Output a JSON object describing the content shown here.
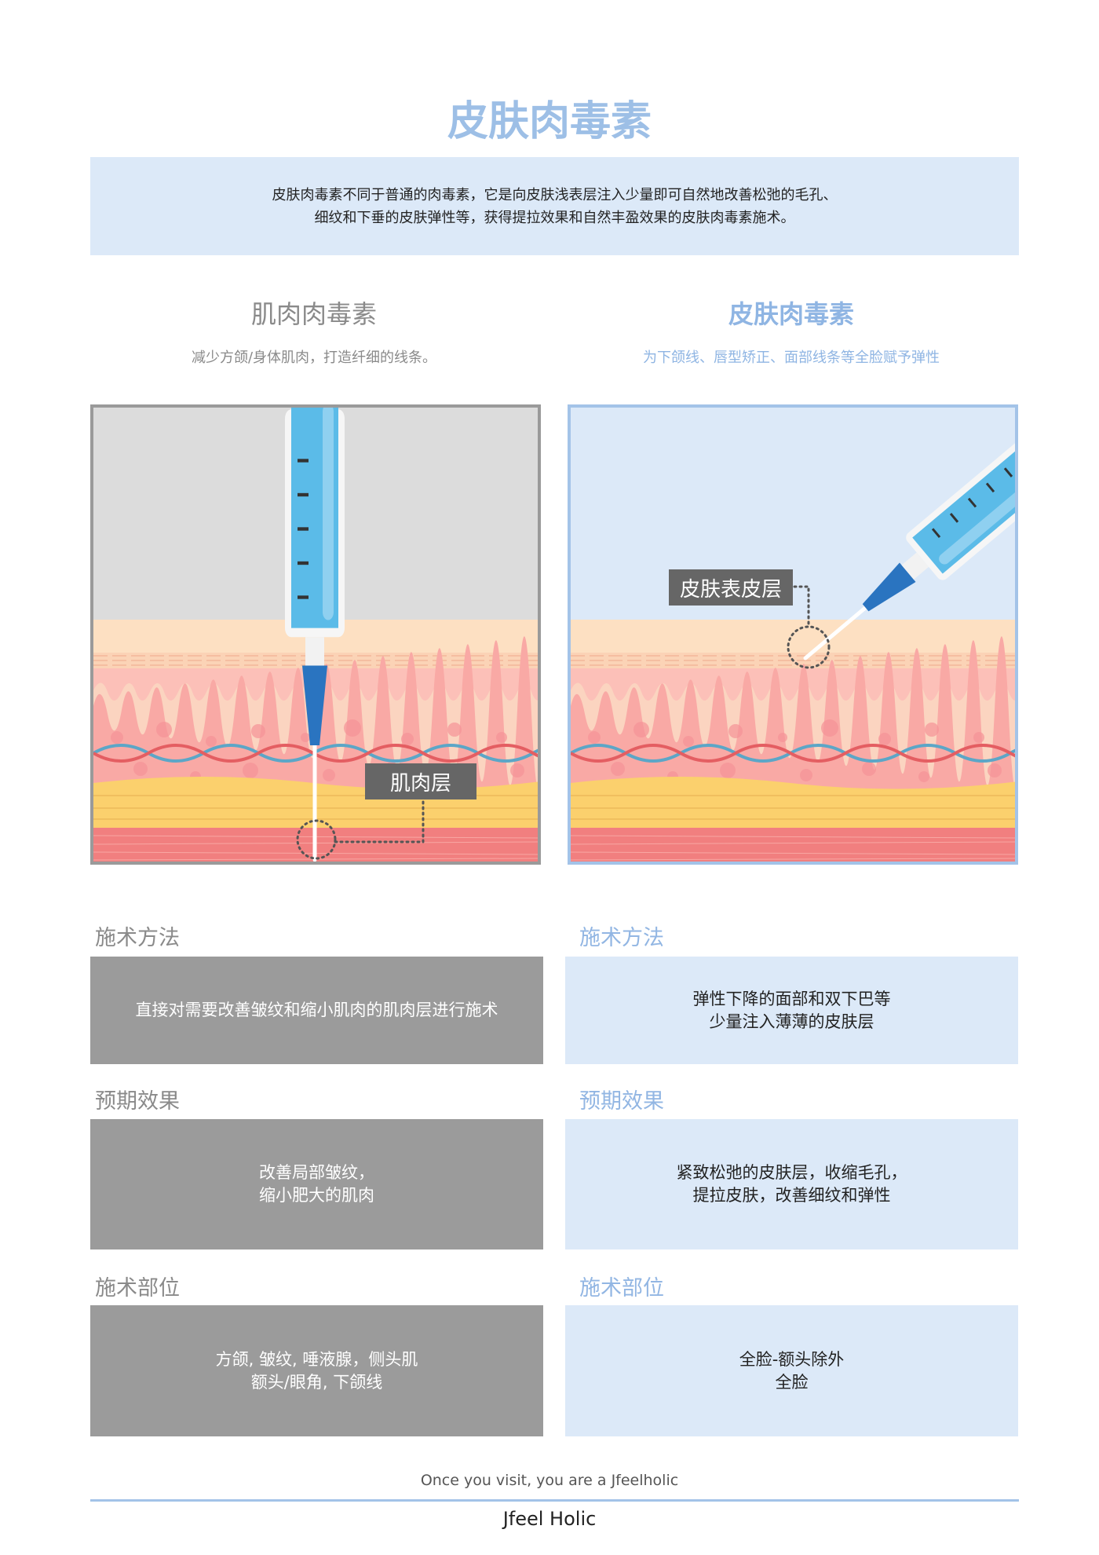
{
  "title": "皮肤肉毒素",
  "intro": {
    "line1": "皮肤肉毒素不同于普通的肉毒素，它是向皮肤浅表层注入少量即可自然地改善松弛的毛孔、",
    "line2": "细纹和下垂的皮肤弹性等，获得提拉效果和自然丰盈效果的皮肤肉毒素施术。"
  },
  "left": {
    "heading": "肌肉肉毒素",
    "subtitle": "减少方颌/身体肌肉，打造纤细的线条。",
    "illustration_label": "肌肉层",
    "sections": [
      {
        "label": "施术方法",
        "lines": [
          "直接对需要改善皱纹和缩小肌肉的肌肉层进行施术"
        ]
      },
      {
        "label": "预期效果",
        "lines": [
          "改善局部皱纹，",
          "缩小肥大的肌肉"
        ]
      },
      {
        "label": "施术部位",
        "lines": [
          "方颌, 皱纹, 唾液腺，侧头肌",
          "额头/眼角, 下颌线"
        ]
      }
    ]
  },
  "right": {
    "heading": "皮肤肉毒素",
    "subtitle": "为下颌线、唇型矫正、面部线条等全脸赋予弹性",
    "illustration_label": "皮肤表皮层",
    "sections": [
      {
        "label": "施术方法",
        "lines": [
          "弹性下降的面部和双下巴等",
          "少量注入薄薄的皮肤层"
        ]
      },
      {
        "label": "预期效果",
        "lines": [
          "紧致松弛的皮肤层，收缩毛孔，",
          "提拉皮肤，改善细纹和弹性"
        ]
      },
      {
        "label": "施术部位",
        "lines": [
          "全脸-额头除外",
          "全脸"
        ]
      }
    ]
  },
  "footer": {
    "slogan": "Once you visit, you are a Jfeelholic",
    "brand": "Jfeel Holic"
  },
  "colors": {
    "accent": "#9dbfe6",
    "gray": "#9b9b9b",
    "light_blue": "#dce9f8"
  }
}
